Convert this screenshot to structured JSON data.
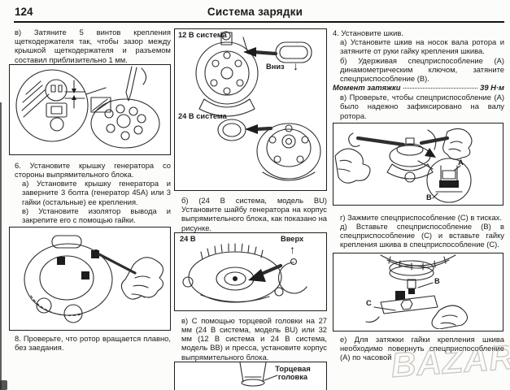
{
  "page": {
    "number": "124",
    "title": "Система зарядки"
  },
  "left": {
    "p1": "в) Затяните 5 винтов крепления щеткодержателя так, чтобы зазор между крышкой щеткодержателя и разъемом составил приблизительно 1 мм.",
    "p2_head": "6. Установите крышку генератора со стороны выпрямительного блока.",
    "p2_a": "а) Установите крышку генератора и заверните 3 болта (генератор 45А) или 3 гайки (остальные) ее крепления.",
    "p2_v": "в) Установите изолятор вывода и закрепите его с помощью гайки.",
    "p3": "8. Проверьте, что ротор вращается плавно, без заедания."
  },
  "middle": {
    "fig_systems": {
      "label_12v": "12 В система",
      "label_24v": "24 В система",
      "down_label": "Вниз",
      "down_arrow": "↓"
    },
    "p_washer": "б) (24 В система, модель BU) Установите шайбу генератора на корпус выпрямительного блока, как показано на рисунке.",
    "fig_24v": {
      "label": "24 В",
      "up_label": "Вверх",
      "up_arrow": "↑"
    },
    "p_socket": "в) С помощью торцевой головки на 27 мм (24 В система, модель BU) или 32 мм (12 В система и 24 В система, модель ВВ) и пресса, установите корпус выпрямительного блока.",
    "fig_press": {
      "label": "Торцевая\nголовка"
    }
  },
  "right": {
    "p4_head": "4. Установите шкив.",
    "p4_a": "а) Установите шкив на носок вала ротора и затяните от руки гайку крепления шкива.",
    "p4_b": "б) Удерживая спецприспособление (А) динамометрическим ключом, затяните спецприспособление (В).",
    "torque_label": "Момент затяжки",
    "torque_value": "39 Н·м",
    "p4_v": "в) Проверьте, чтобы спецприспособление (А) было надежно зафиксировано на валу ротора.",
    "fig_wrench": {
      "label_a": "A",
      "label_b": "B"
    },
    "p_g": "г) Зажмите спецприспособление (С) в тисках.",
    "p_d": "д) Вставьте спецприспособление (В) в спецприспособление (С) и вставьте гайку крепления шкива в спецприспособление (С).",
    "fig_vise": {
      "label_b": "B",
      "label_c": "C"
    },
    "p_e": "е) Для затяжки гайки крепления шкива необходимо повернуть спецприспособление (А) по часовой"
  },
  "watermark": "BAZAR"
}
